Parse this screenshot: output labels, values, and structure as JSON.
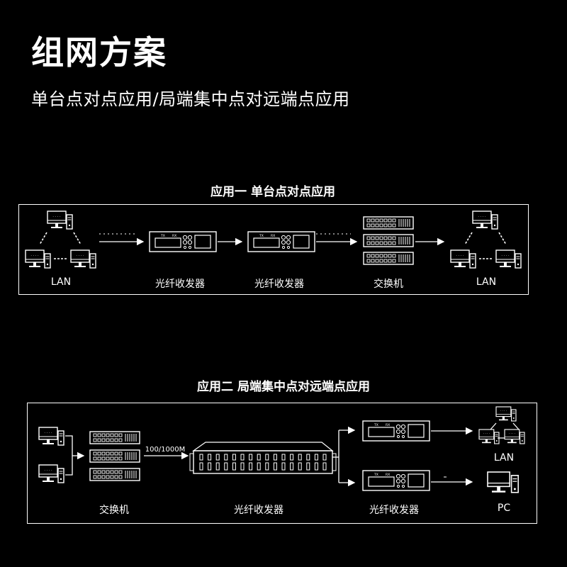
{
  "header": {
    "title": "组网方案",
    "subtitle": "单台点对点应用/局端集中点对远端点应用"
  },
  "app1": {
    "title": "应用一  单台点对点应用",
    "labels": {
      "lan_left": "LAN",
      "transceiver_a": "光纤收发器",
      "transceiver_b": "光纤收发器",
      "switch": "交换机",
      "lan_right": "LAN"
    }
  },
  "app2": {
    "title": "应用二  局端集中点对远端点应用",
    "labels": {
      "switch": "交换机",
      "chassis": "光纤收发器",
      "transceivers": "光纤收发器",
      "lan": "LAN",
      "pc": "PC",
      "speed": "100/1000M"
    }
  },
  "device_text": {
    "tx": "TX",
    "rx": "RX"
  },
  "colors": {
    "background": "#000000",
    "foreground": "#ffffff"
  }
}
